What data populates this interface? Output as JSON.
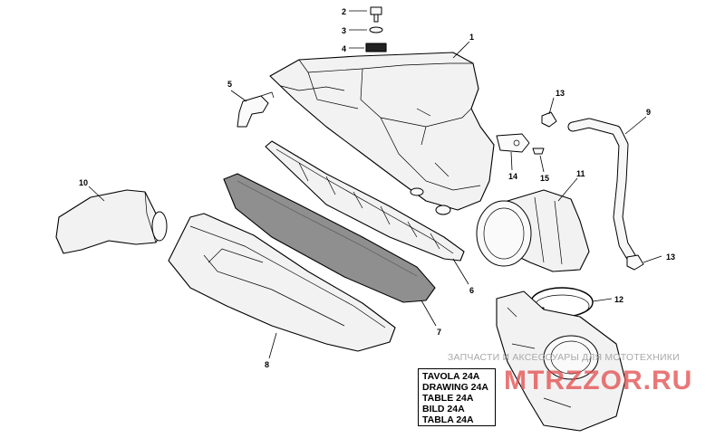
{
  "callouts": {
    "n1": "1",
    "n2": "2",
    "n3": "3",
    "n4": "4",
    "n5": "5",
    "n6": "6",
    "n7": "7",
    "n8": "8",
    "n9": "9",
    "n10": "10",
    "n11": "11",
    "n12": "12",
    "n13a": "13",
    "n13b": "13",
    "n14": "14",
    "n15": "15"
  },
  "table_label": {
    "lines": [
      "TAVOLA 24A",
      "DRAWING 24A",
      "TABLE 24A",
      "BILD 24A",
      "TABLA 24A"
    ]
  },
  "watermark": {
    "tagline": "ЗАПЧАСТИ И АКСЕССУАРЫ ДЛЯ МОТОТЕХНИКИ",
    "logo": "MTRZZOR.RU"
  },
  "colors": {
    "line": "#000000",
    "filter_gray": "#8f8f8f",
    "watermark_red": "#e24a4a",
    "watermark_gray": "#a9a9a9"
  }
}
